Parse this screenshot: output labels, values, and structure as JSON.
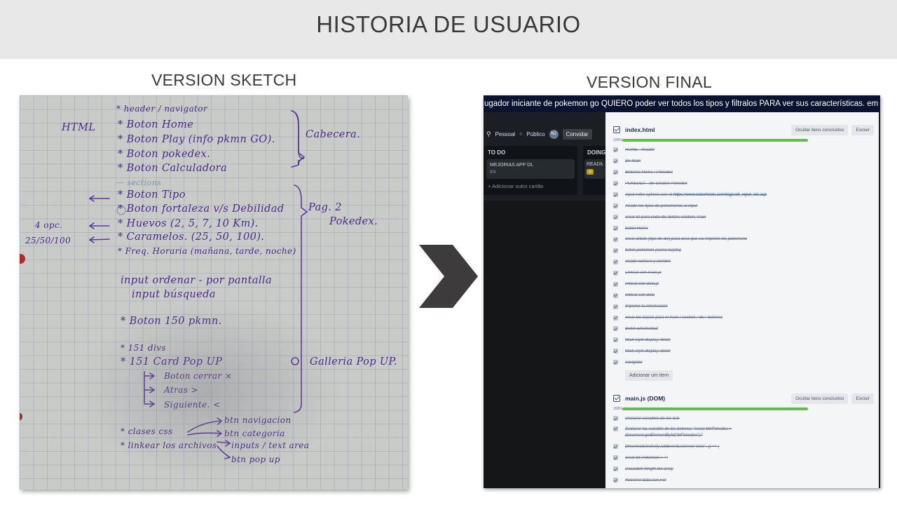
{
  "slide": {
    "title": "HISTORIA DE USUARIO",
    "left_subtitle": "VERSION SKETCH",
    "right_subtitle": "VERSION FINAL"
  },
  "sketch": {
    "html_label": "HTML",
    "header_items": [
      "* header / navigator",
      "* Boton Home",
      "* Boton Play (info pkmn GO).",
      "* Boton pokedex.",
      "* Boton Calculadora"
    ],
    "cabecera": "Cabecera.",
    "sections_label": "— sections",
    "page2_items": [
      "* Boton Tipo",
      "* Boton fortaleza v/s Debilidad",
      "* Huevos (2, 5, 7, 10 Km).",
      "* Caramelos. (25, 50, 100).",
      "* Freq. Horaria (mañana, tarde, noche)"
    ],
    "pag2": "Pag. 2",
    "pokedex": "Pokedex.",
    "opc": "4 opc.",
    "opc_values": "25/50/100",
    "input_lines": [
      "input ordenar - por pantalla",
      "input búsqueda"
    ],
    "boton150": "* Boton 150 pkmn.",
    "divs": "* 151 divs",
    "card_popup": "* 151 Card Pop UP",
    "galleria": "Galleria Pop UP.",
    "card_sub": [
      "Boton cerrar ×",
      "Atras >",
      "Siguiente. <"
    ],
    "bottom_left": [
      "* clases css",
      "* linkear los archivos"
    ],
    "bottom_right": [
      "btn navigacion",
      "btn categoria",
      "inputs / text area",
      "btn pop up"
    ]
  },
  "final": {
    "banner_text": "ugador iniciante de pokemon go QUIERO poder ver todos los tipos y filtralos PARA ver sus características. em LABORATORIA",
    "trello": {
      "pessoal": "Pessoal",
      "publico": "Público",
      "avatar": "NJ",
      "convidar": "Convidar",
      "list1_title": "TO DO",
      "list1_card": "MEJORIAS APP DL",
      "list1_card_badge": "0/3",
      "list1_add": "+ Adicionar outro cartão",
      "list2_title": "DOING",
      "list2_card": "README"
    },
    "checklist1": {
      "title": "index.html",
      "hide_label": "Ocultar itens concluídos",
      "delete_label": "Excluir",
      "percent": "100%",
      "progress": 1.0,
      "items": [
        "HOME - header",
        "div Main",
        "Botones Home / Pokedex",
        "POKEDEX - div Section Pokedex",
        "Input Filtro options con id",
        "Añadir los tipos de pokemones al input",
        "crear ID para cada div, boton, section, main",
        "boton Home",
        "crear article (tipo de div) para area que vai imprimir los pokemons",
        "boton pokemon (como tarjeta)",
        "anadir número y nombre",
        "Linkear con main.js",
        "linkear con data.js",
        "linkear con data",
        "Imprimir la informacion",
        "crear las clases para el main / section / div / botones",
        "Boton Efectividad",
        "Main style display: block",
        "Main style display: block",
        "navigator"
      ],
      "link_text": "https://www.w3schools.com/tags/att_input_list.asp",
      "add_label": "Adicionar um item"
    },
    "checklist2": {
      "title": "main.js (DOM)",
      "hide_label": "Ocultar itens concluídos",
      "delete_label": "Excluir",
      "percent": "100%",
      "progress": 1.0,
      "items": [
        "Declarar variables de los IDS",
        "Declarar las variable de los botones \"const btnPokedex = document.getElementById(\"btPokedex\");\"",
        "btnSelectEfectivity.addEventListener(\"click\", () => {",
        "crear let Pokemón = \"\";",
        "Descobrir length del array",
        "Recorrer data con For"
      ]
    }
  }
}
